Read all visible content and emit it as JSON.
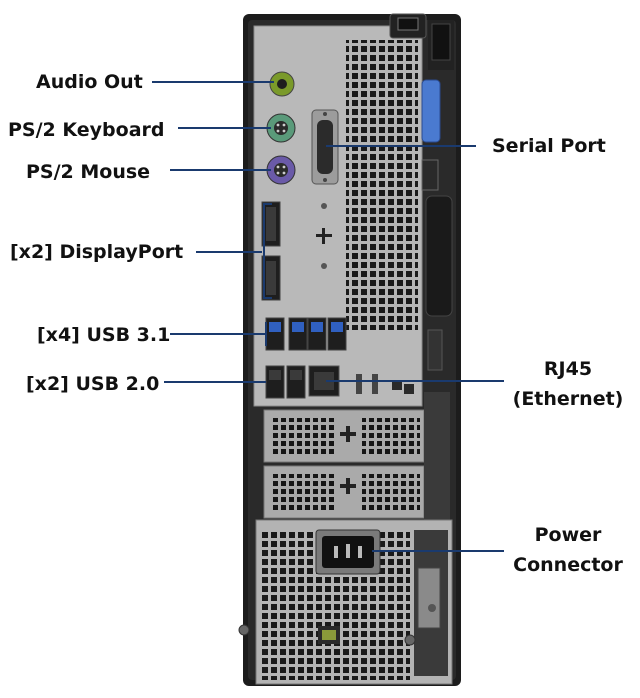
{
  "labels": {
    "audio_out": "Audio Out",
    "ps2_keyboard": "PS/2 Keyboard",
    "ps2_mouse": "PS/2 Mouse",
    "displayport": "[x2] DisplayPort",
    "usb31": "[x4] USB 3.1",
    "usb20": "[x2] USB 2.0",
    "serial_port": "Serial Port",
    "rj45_line1": "RJ45",
    "rj45_line2": "(Ethernet)",
    "power_line1": "Power",
    "power_line2": "Connector"
  },
  "colors": {
    "callout_line": "#1a3a6e",
    "chassis": "#1c1c1c",
    "panel": "#b9b9b9",
    "audio_port": "#7a9a2a",
    "keyboard_port": "#5a9a7a",
    "mouse_port": "#6a5aa8",
    "usb31_port": "#3060c0",
    "blue_tab": "#4a7ad0"
  },
  "icons": [
    "audio-out-port",
    "ps2-keyboard-port",
    "ps2-mouse-port",
    "serial-port",
    "displayport-port",
    "usb-port",
    "rj45-port",
    "power-connector"
  ]
}
